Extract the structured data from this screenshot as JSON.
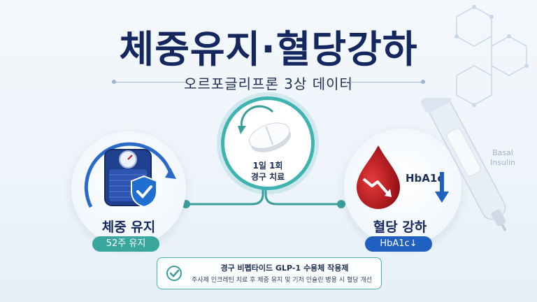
{
  "title": "체중유지·혈당강하",
  "subtitle": "오르포글리프론 3상 데이터",
  "center": {
    "line1": "1일 1회",
    "line2": "경구 치료"
  },
  "left": {
    "label": "체중 유지",
    "pill": "52주 유지"
  },
  "right": {
    "label": "혈당 강하",
    "pill": "HbA1c↓",
    "side_label": "HbA1c"
  },
  "info": {
    "title": "경구 비펩타이드 GLP-1 수용체 작용제",
    "subtitle": "주사제 인크레틴 치료 후 체중 유지 및 기저 인슐린 병용 시 혈당 개선"
  },
  "pen_label": {
    "line1": "Basal",
    "line2": "Insulin"
  },
  "colors": {
    "title": "#14275e",
    "teal": "#3fb3b0",
    "pill_teal": "#3aa79e",
    "pill_blue": "#1f5fc0",
    "blood": "#c0141e"
  },
  "icons": [
    "scale-icon",
    "shield-check-icon",
    "pill-tablet-icon",
    "blood-drop-icon",
    "down-arrow-icon",
    "check-circle-icon",
    "insulin-pen-icon"
  ]
}
